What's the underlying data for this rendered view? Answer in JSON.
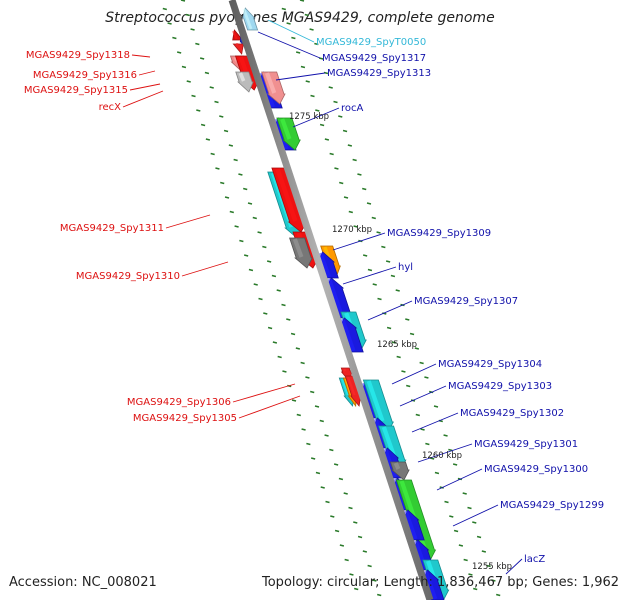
{
  "title": "Streptococcus pyogenes MGAS9429, complete genome",
  "footer": {
    "accession": "Accession: NC_008021",
    "summary": "Topology: circular; Length: 1,836,467 bp; Genes: 1,962"
  },
  "colors": {
    "left_label": "#dd1111",
    "right_label": "#1111aa",
    "trna_label": "#33b8d8",
    "backbone": "#888888",
    "tick": "#2a7a2a"
  },
  "scale_ticks": [
    "1275 kbp",
    "1270 kbp",
    "1265 kbp",
    "1260 kbp",
    "1255 kbp"
  ],
  "left_labels": [
    "MGAS9429_Spy1318",
    "MGAS9429_Spy1316",
    "MGAS9429_Spy1315",
    "recX",
    "MGAS9429_Spy1311",
    "MGAS9429_Spy1310",
    "MGAS9429_Spy1306",
    "MGAS9429_Spy1305"
  ],
  "right_labels": [
    "MGAS9429_SpyT0050",
    "MGAS9429_Spy1317",
    "MGAS9429_Spy1313",
    "rocA",
    "MGAS9429_Spy1309",
    "hyl",
    "MGAS9429_Spy1307",
    "MGAS9429_Spy1304",
    "MGAS9429_Spy1303",
    "MGAS9429_Spy1302",
    "MGAS9429_Spy1301",
    "MGAS9429_Spy1300",
    "MGAS9429_Spy1299",
    "lacZ"
  ]
}
